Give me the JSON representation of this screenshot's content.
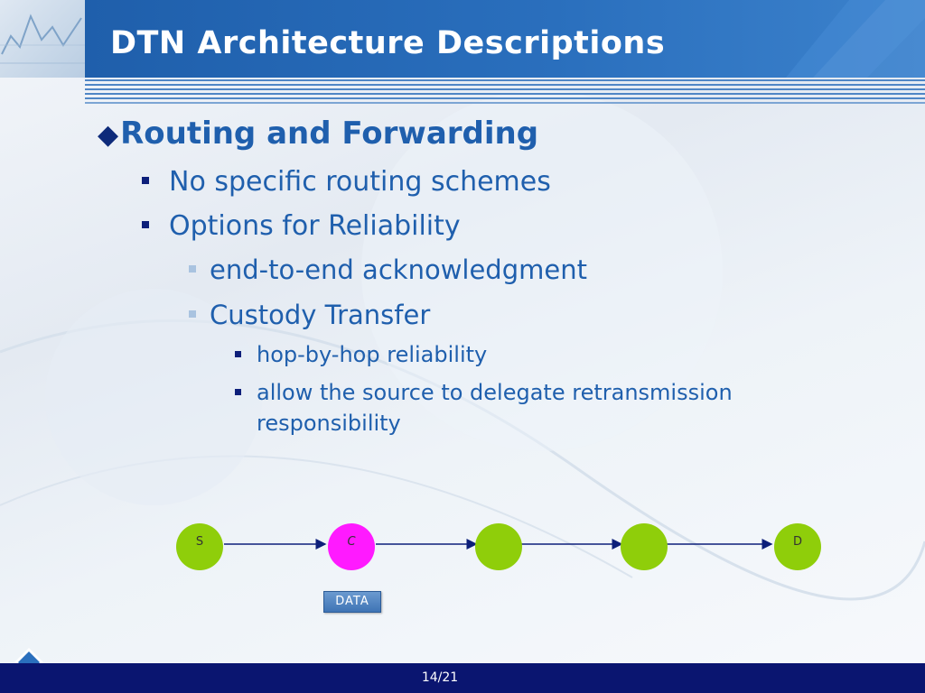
{
  "slide": {
    "title": "DTN Architecture Descriptions",
    "heading": "Routing and Forwarding",
    "heading_marker": "◆",
    "bullets_l2": [
      "No specific routing schemes",
      "Options for Reliability"
    ],
    "bullets_l3": [
      "end-to-end acknowledgment",
      "Custody Transfer"
    ],
    "bullets_l4": [
      "hop-by-hop reliability",
      "allow the source to delegate retransmission responsibility"
    ]
  },
  "diagram": {
    "nodes": [
      {
        "label": "S",
        "color": "#8fce0a"
      },
      {
        "label": "C",
        "color": "#ff1aff"
      },
      {
        "label": "",
        "color": "#8fce0a"
      },
      {
        "label": "",
        "color": "#8fce0a"
      },
      {
        "label": "D",
        "color": "#8fce0a"
      }
    ],
    "packet_label": "DATA"
  },
  "footer": {
    "page_number": "14/21"
  },
  "colors": {
    "header_blue": "#2a6fbd",
    "heading_blue": "#1f5fad",
    "footer_navy": "#0a1570"
  }
}
